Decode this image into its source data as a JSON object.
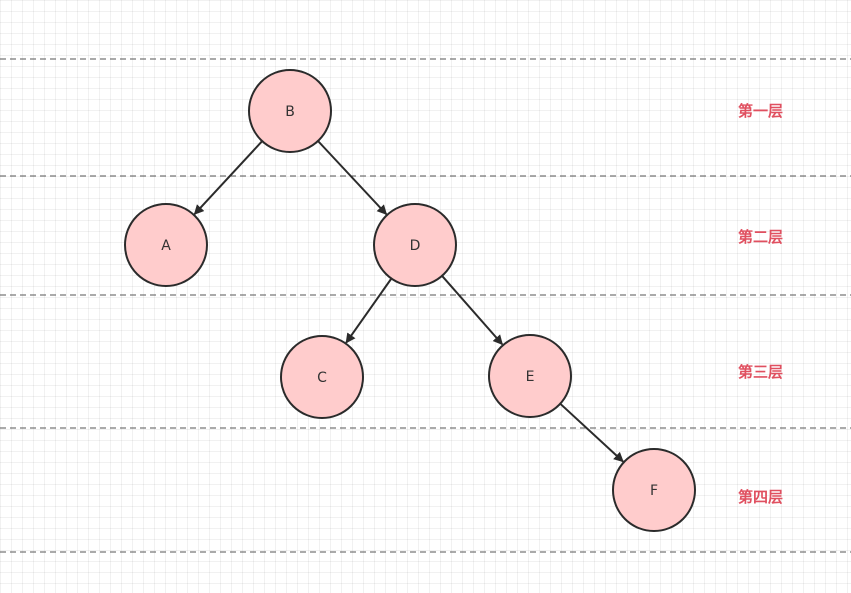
{
  "colors": {
    "node_fill": "#ffcccc",
    "node_stroke": "#2b2b2b",
    "label_color": "#e05060"
  },
  "nodes": [
    {
      "id": "B",
      "label": "B"
    },
    {
      "id": "A",
      "label": "A"
    },
    {
      "id": "D",
      "label": "D"
    },
    {
      "id": "C",
      "label": "C"
    },
    {
      "id": "E",
      "label": "E"
    },
    {
      "id": "F",
      "label": "F"
    }
  ],
  "edges": [
    {
      "from": "B",
      "to": "A"
    },
    {
      "from": "B",
      "to": "D"
    },
    {
      "from": "D",
      "to": "C"
    },
    {
      "from": "D",
      "to": "E"
    },
    {
      "from": "E",
      "to": "F"
    }
  ],
  "layers": [
    {
      "label": "第一层"
    },
    {
      "label": "第二层"
    },
    {
      "label": "第三层"
    },
    {
      "label": "第四层"
    }
  ]
}
